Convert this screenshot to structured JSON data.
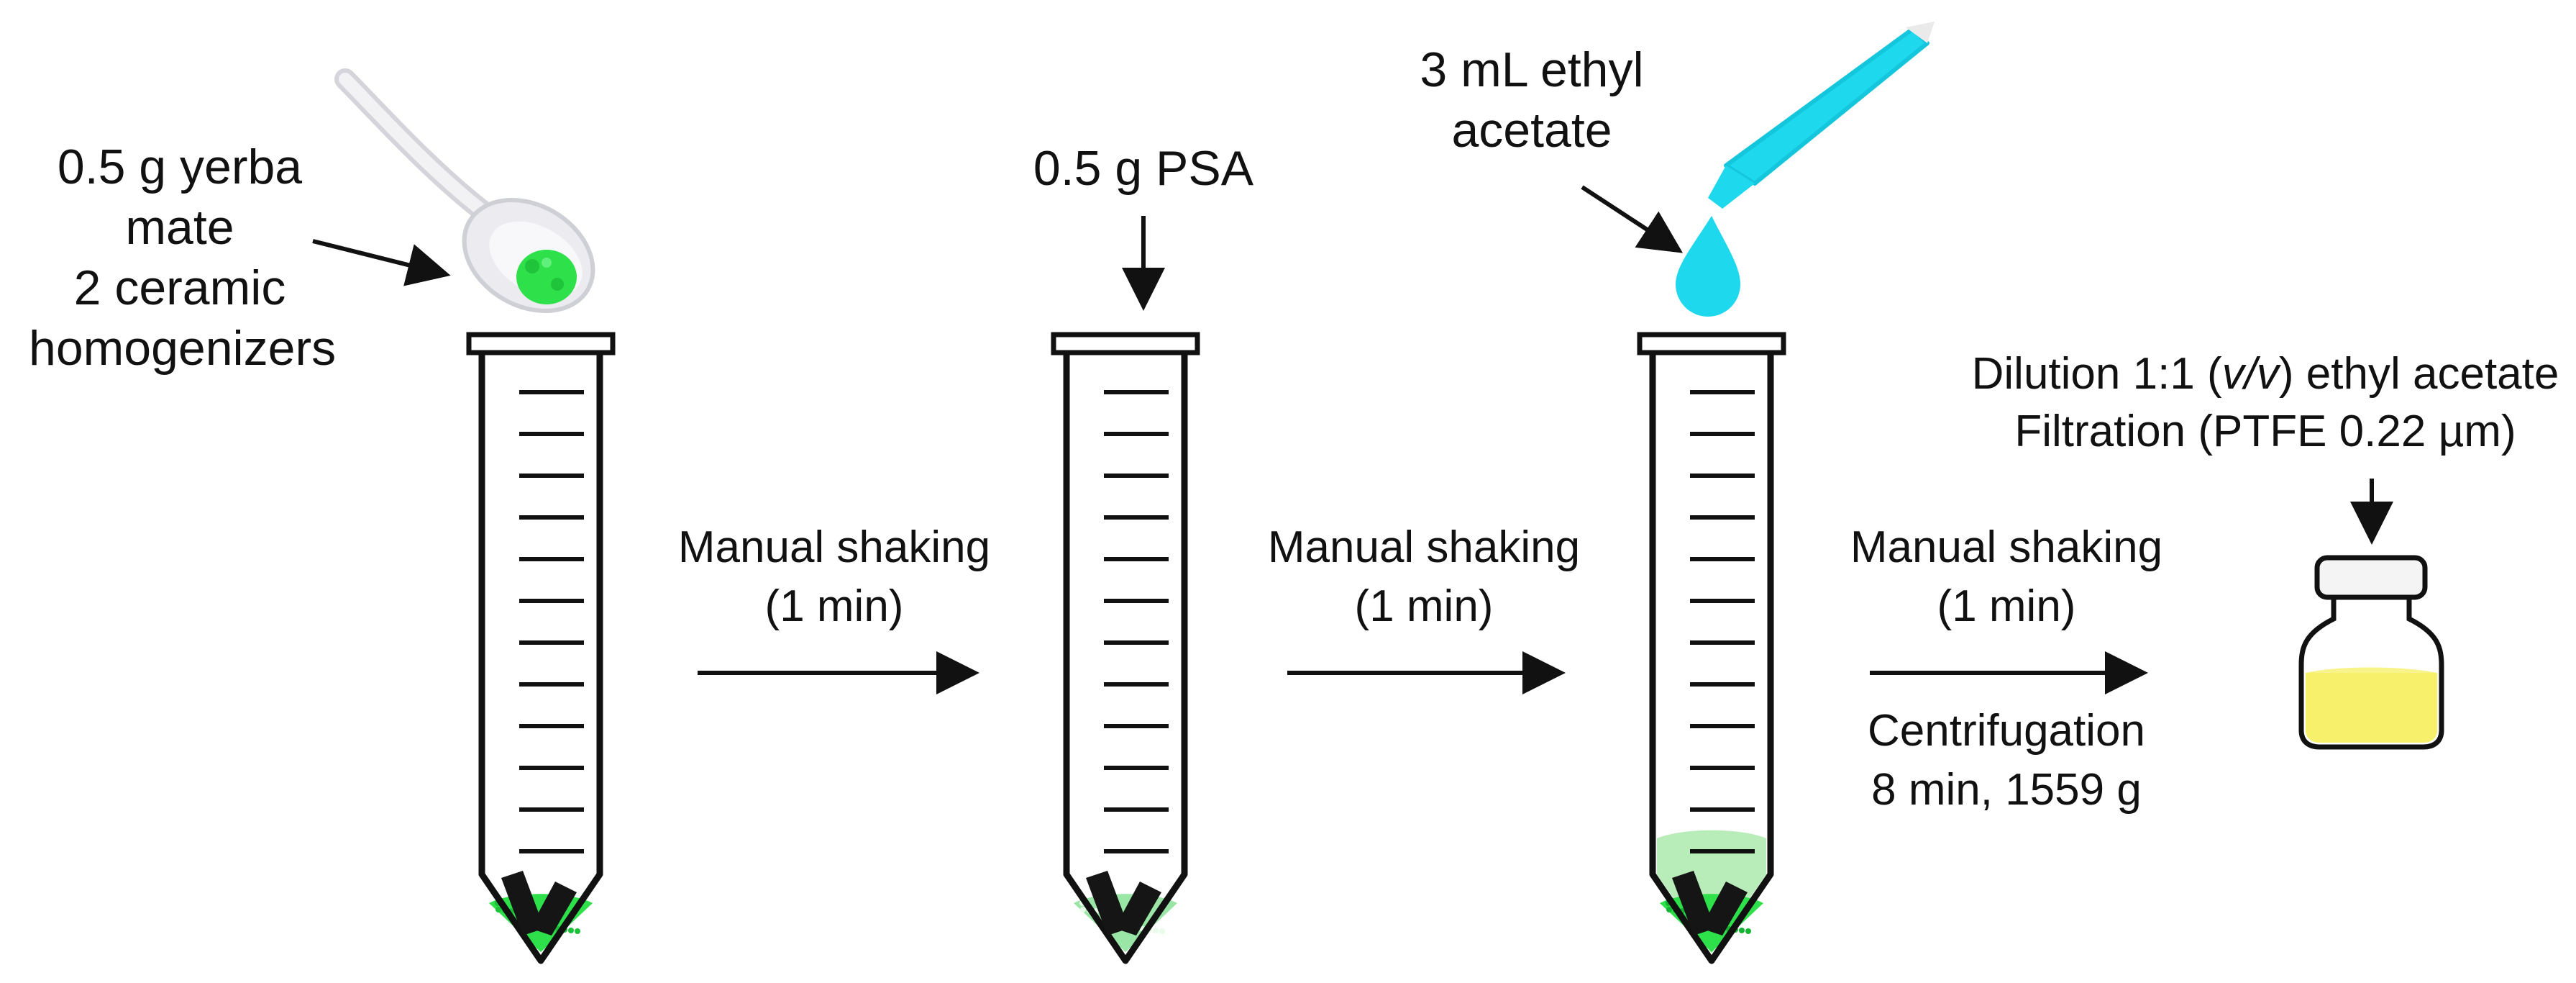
{
  "steps": {
    "step1": {
      "line1": "0.5 g yerba",
      "line2": "mate",
      "line3": "2  ceramic",
      "line4": "homogenizers"
    },
    "step2": {
      "label": "0.5 g PSA"
    },
    "step3": {
      "line1": "3 mL ethyl",
      "line2": "acetate"
    },
    "step4": {
      "line1_pre": "Dilution 1:1 (",
      "line1_italic": "v/v",
      "line1_post": ") ethyl acetate",
      "line2": "Filtration (PTFE 0.22 µm)"
    }
  },
  "transitions": {
    "t1": {
      "line1": "Manual shaking",
      "line2": "(1 min)"
    },
    "t2": {
      "line1": "Manual shaking",
      "line2": "(1 min)"
    },
    "t3": {
      "line1": "Manual shaking",
      "line2": "(1 min)",
      "line3": "Centrifugation",
      "line4": "8 min, 1559 g"
    }
  },
  "colors": {
    "sample_green": "#2ee04a",
    "extract_green": "#b8ecb8",
    "solvent_cyan": "#1ed8ee",
    "vial_liquid": "#f7f06a",
    "spoon": "#e8e8ec",
    "outline": "#111111"
  },
  "icons": [
    "spoon-icon",
    "tube-icon",
    "ceramic-homogenizer-icon",
    "pipette-icon",
    "droplet-icon",
    "vial-icon",
    "arrow-icon"
  ]
}
